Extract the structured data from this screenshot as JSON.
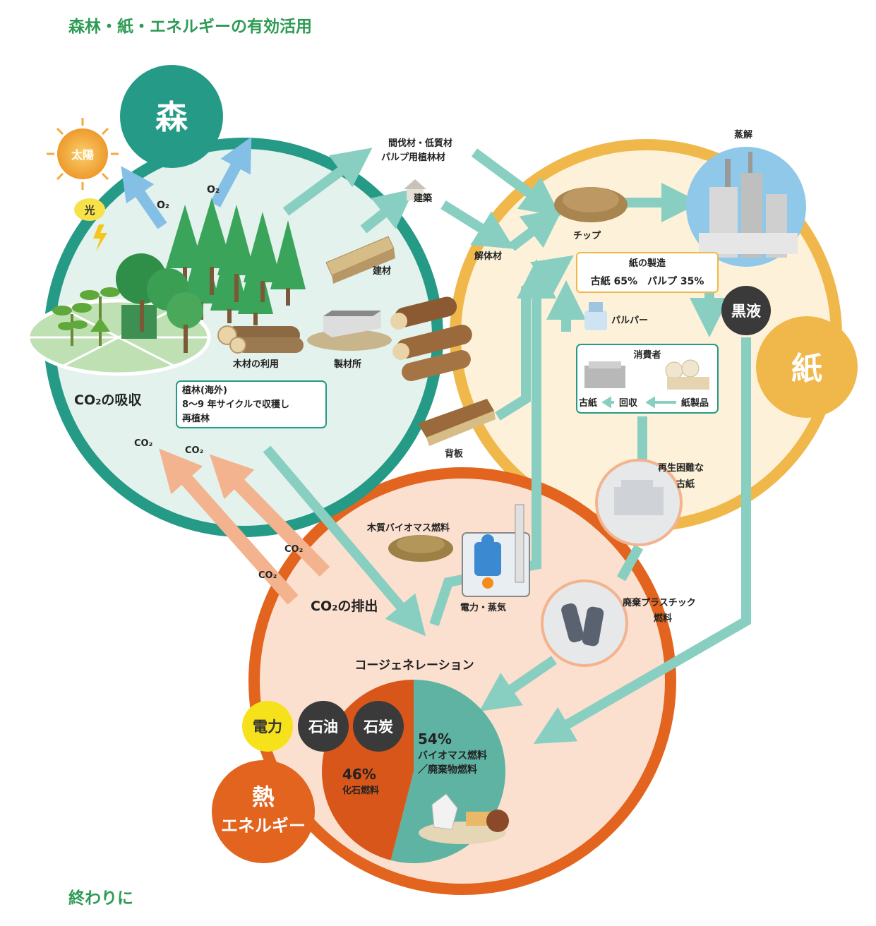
{
  "title": "森林・紙・エネルギーの有効活用",
  "footer": "終わりに",
  "colors": {
    "forest": "#259a86",
    "forest_fill": "#e4f2ee",
    "paper": "#f0b84a",
    "paper_fill": "#fdf2d9",
    "energy": "#e2641f",
    "energy_fill": "#fbe0cf",
    "flow": "#88cfc2",
    "co2_arrow": "#f3b38e",
    "o2_arrow": "#84bfe6",
    "dark": "#3a3a3a",
    "yellow": "#f5e21a"
  },
  "forest": {
    "badge": "森",
    "sun": "太陽",
    "light": "光",
    "o2_a": "O₂",
    "o2_b": "O₂",
    "co2_absorb": "CO₂の吸収",
    "plantation": {
      "line1": "植林(海外)",
      "line2": "8～9 年サイクルで収穫し",
      "line3": "再植林"
    },
    "wood_use": "木材の利用",
    "sawmill": "製材所",
    "building_material": "建材",
    "co2_a": "CO₂",
    "co2_b": "CO₂"
  },
  "flows": {
    "thinning_line1": "間伐材・低質材",
    "thinning_line2": "パルプ用植林材",
    "construction": "建築",
    "demolition": "解体材",
    "slab": "背板",
    "co2_c": "CO₂",
    "co2_d": "CO₂",
    "hard_paper_line1": "再生困難な",
    "hard_paper_line2": "古紙",
    "plastic_line1": "廃棄プラスチック",
    "plastic_line2": "燃料"
  },
  "paper": {
    "badge": "紙",
    "chip": "チップ",
    "cooking": "蒸解",
    "black_liquor": "黒液",
    "manufacture_title": "紙の製造",
    "manufacture_ratio": "古紙 65%　パルプ 35%",
    "pulper": "パルパー",
    "consumer": "消費者",
    "old_paper": "古紙",
    "collection": "回収",
    "paper_products": "紙製品"
  },
  "energy": {
    "badge_line1": "熱",
    "badge_line2": "エネルギー",
    "co2_emission": "CO₂の排出",
    "wood_biomass": "木質バイオマス燃料",
    "power_steam": "電力・蒸気",
    "cogeneration": "コージェネレーション",
    "electricity": "電力",
    "oil": "石油",
    "coal": "石炭"
  },
  "chart_data": {
    "type": "pie",
    "series": [
      {
        "name": "バイオマス燃料／廃棄物燃料",
        "label_pct": "54%",
        "label_line1": "バイオマス燃料",
        "label_line2": "／廃棄物燃料",
        "value": 54,
        "color": "#5fb3a3"
      },
      {
        "name": "化石燃料",
        "label_pct": "46%",
        "label_line1": "化石燃料",
        "value": 46,
        "color": "#d9561a"
      }
    ]
  }
}
